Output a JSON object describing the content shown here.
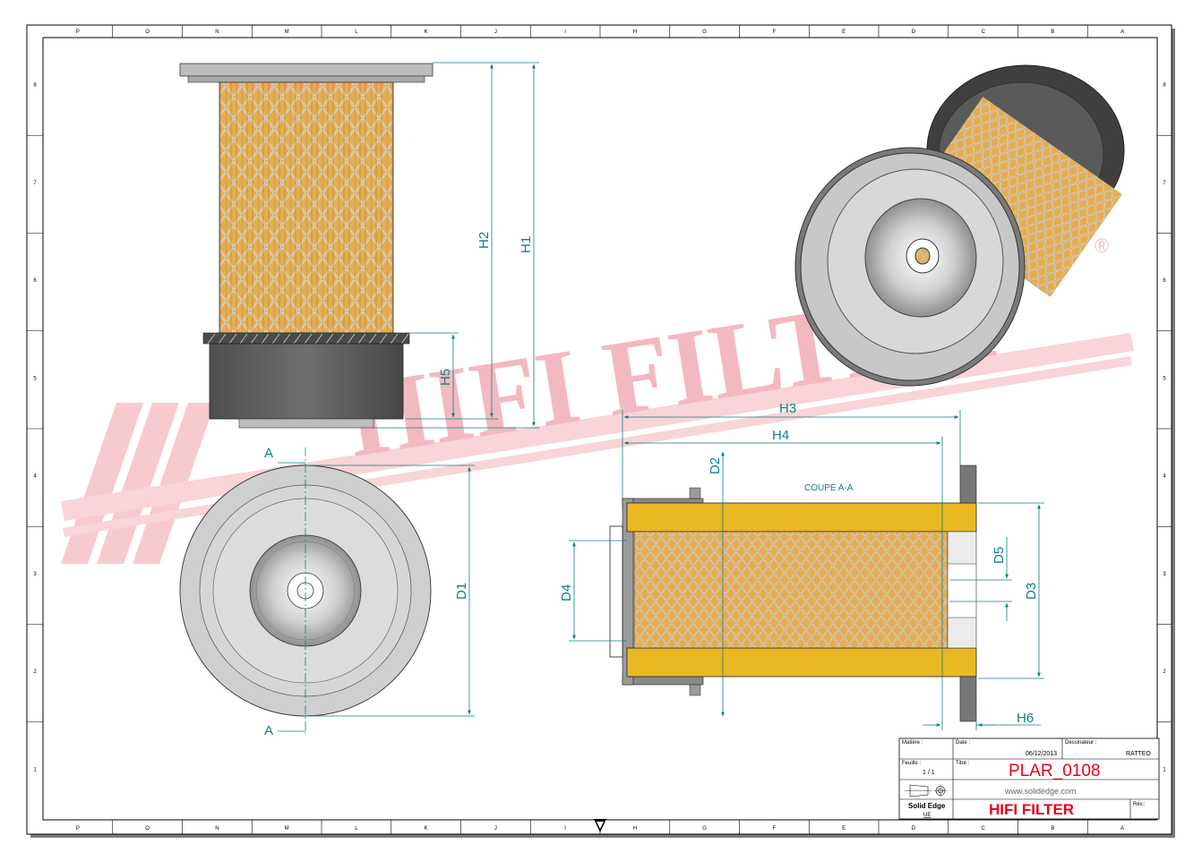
{
  "watermark": {
    "text": "HIFI FILTER",
    "registered": "®"
  },
  "dimensions": {
    "h1": "H1",
    "h2": "H2",
    "h3": "H3",
    "h4": "H4",
    "h5": "H5",
    "h6": "H6",
    "d1": "D1",
    "d2": "D2",
    "d3": "D3",
    "d4": "D4",
    "d5": "D5"
  },
  "section": {
    "label": "COUPE A-A",
    "cut_letter": "A"
  },
  "border": {
    "top_letters": [
      "P",
      "O",
      "N",
      "M",
      "L",
      "K",
      "J",
      "I",
      "H",
      "G",
      "F",
      "E",
      "D",
      "C",
      "B",
      "A"
    ],
    "bottom_letters": [
      "P",
      "O",
      "N",
      "M",
      "L",
      "K",
      "J",
      "I",
      "H",
      "G",
      "F",
      "E",
      "D",
      "C",
      "B",
      "A"
    ],
    "side_numbers": [
      "8",
      "7",
      "6",
      "5",
      "4",
      "3",
      "2",
      "1"
    ]
  },
  "title_block": {
    "material_label": "Matière :",
    "date_label": "Date :",
    "date_value": "06/12/2013",
    "drawer_label": "Dessinateur :",
    "drawer_value": "RATTEO",
    "sheet_label": "Feuille :",
    "sheet_value": "1 / 1",
    "title_label": "Titre :",
    "title_value": "PLAR_0108",
    "website": "www.solidedge.com",
    "software": "Solid Edge",
    "software_sub": "UE",
    "company": "HIFI FILTER",
    "rev_label": "Rév.:"
  },
  "colors": {
    "dimension": "#0e7f82",
    "media": "#e1a233",
    "yellow": "#eab823",
    "red": "#e8001c",
    "dark": "#4a4a4a"
  }
}
